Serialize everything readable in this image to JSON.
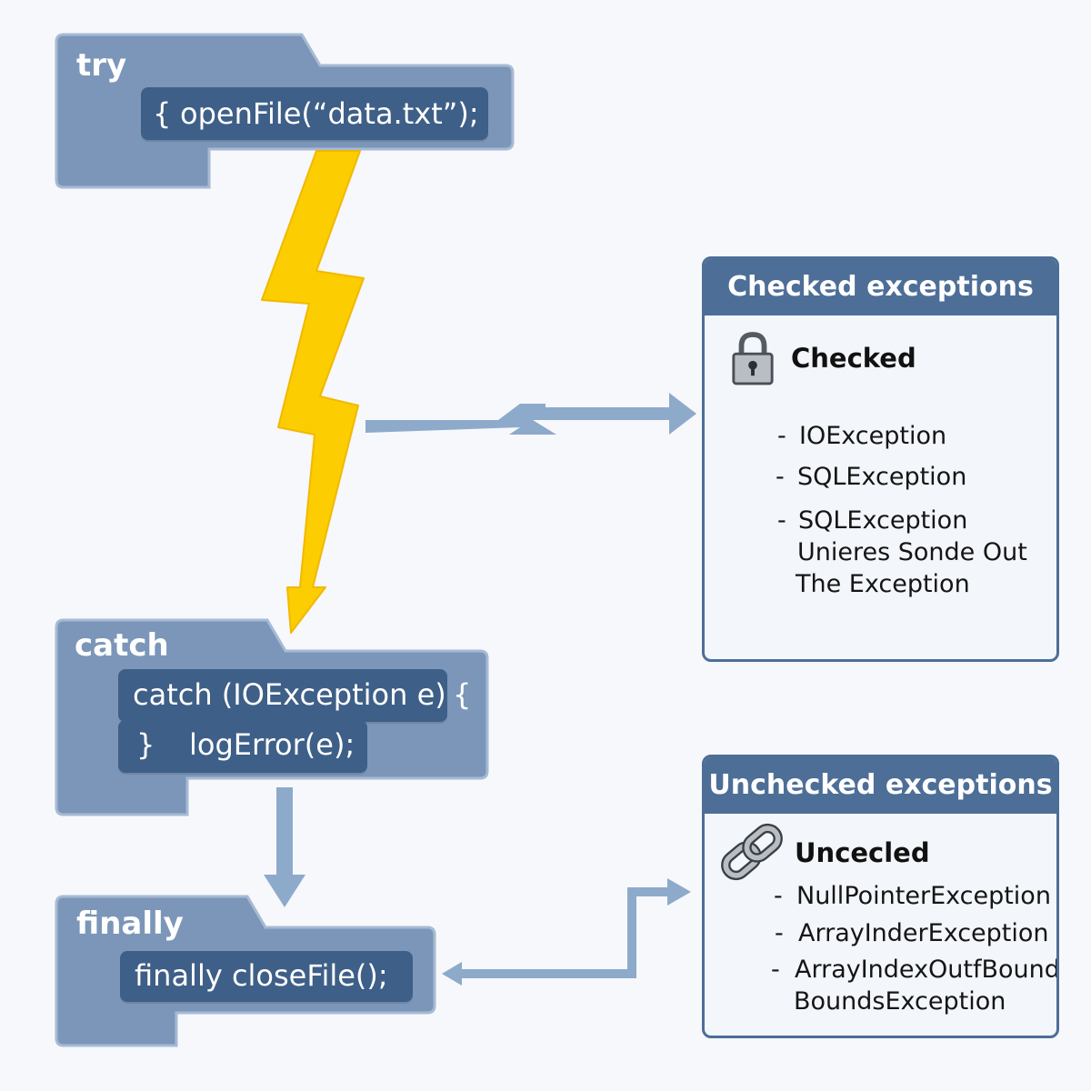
{
  "try_block": {
    "label": "try",
    "brace": "{",
    "code": "openFile(“data.txt”);"
  },
  "catch_block": {
    "label": "catch",
    "line1": "catch (IOException e)",
    "brace_open": "{",
    "brace_close": "}",
    "line2": "logError(e);"
  },
  "finally_block": {
    "label": "finally",
    "code": "finally  closeFile();"
  },
  "checked_card": {
    "header": "Checked exceptions",
    "subtitle": "Checked",
    "items": [
      "IOException",
      "SQLException",
      "SQLException"
    ],
    "item3_cont": [
      "Unieres Sonde Out",
      "The  Exception"
    ],
    "icon": "padlock-icon"
  },
  "unchecked_card": {
    "header": "Unchecked exceptions",
    "subtitle": "Uncecled",
    "items": [
      "NullPointerException",
      "ArrayInderException",
      "ArrayIndexOutfBounds"
    ],
    "item3_cont": "BoundsException",
    "icon": "chain-link-icon"
  },
  "bullet": "-",
  "colors": {
    "block": "#7b96b8",
    "code_pill": "#3e5f87",
    "card_header": "#4d6e97",
    "lightning": "#fccd00",
    "arrow": "#8eaacb"
  }
}
